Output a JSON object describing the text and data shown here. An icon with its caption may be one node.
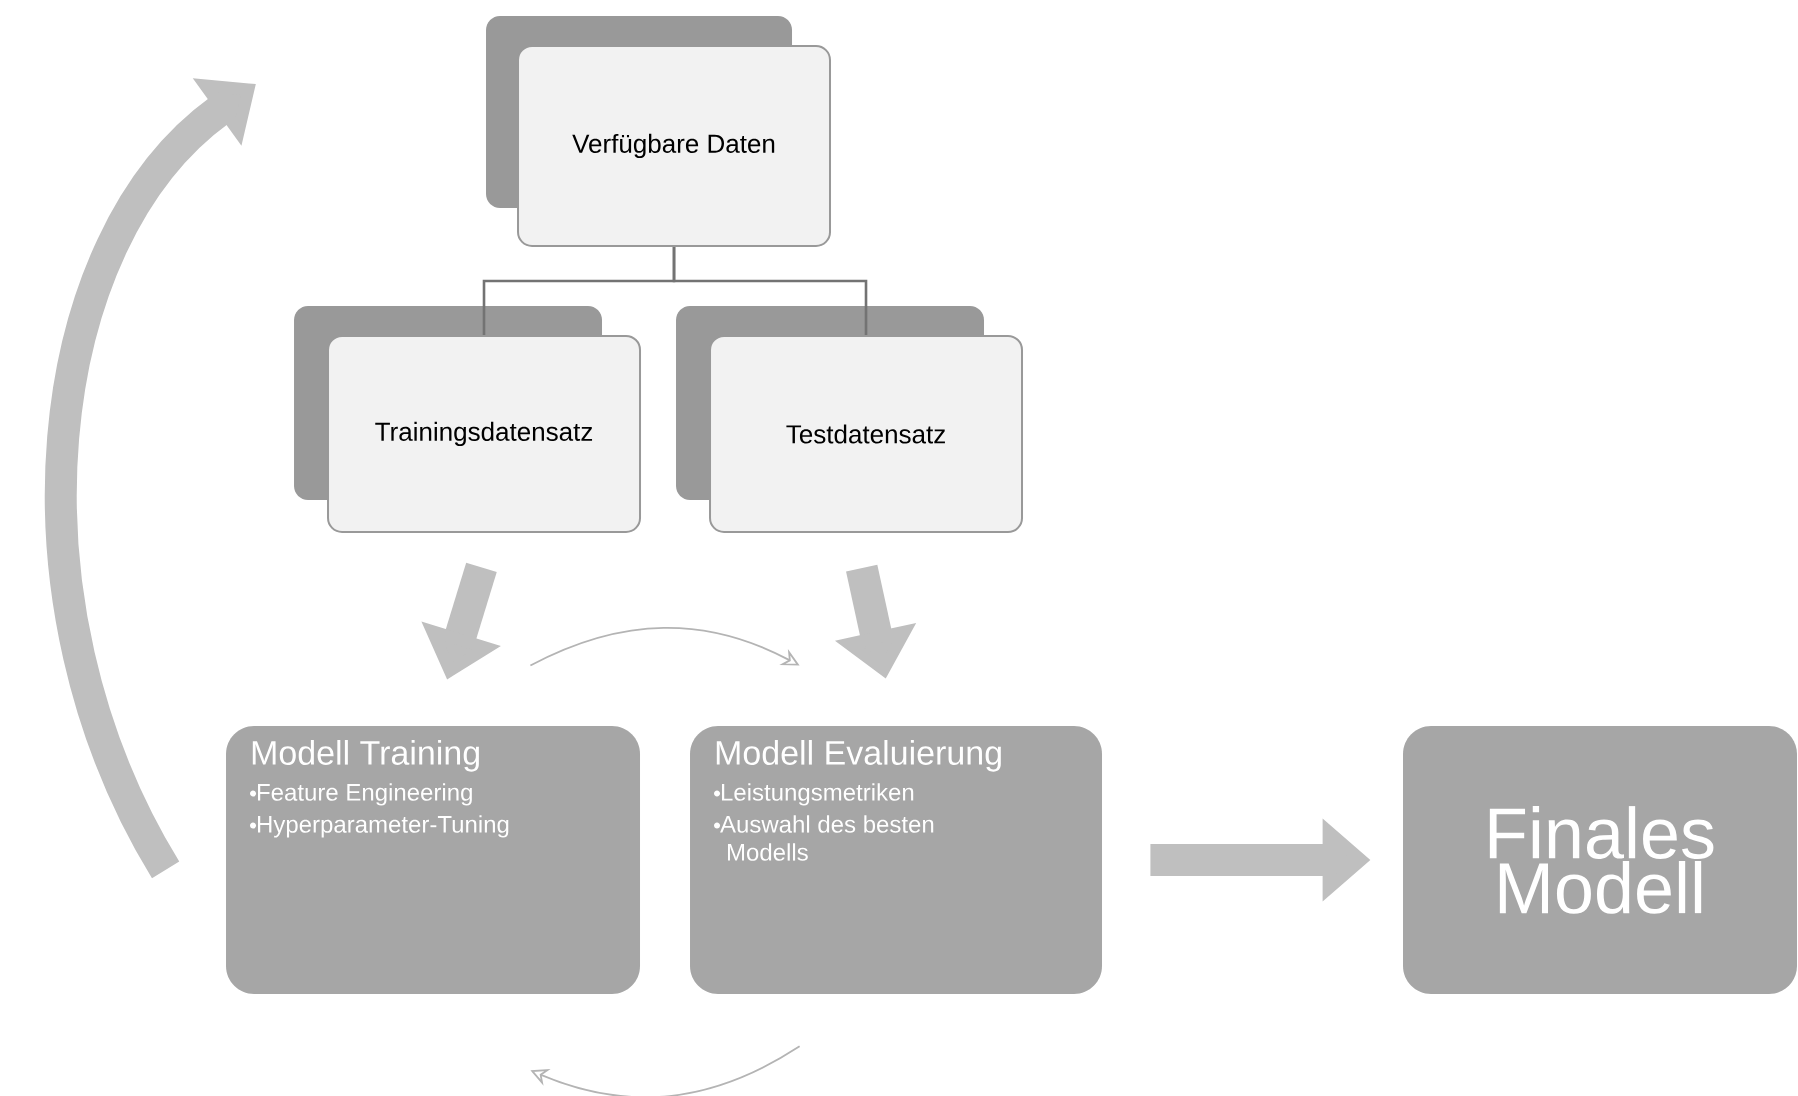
{
  "diagram": {
    "nodes": [
      {
        "text": [
          "Verfügbare Daten"
        ]
      },
      {
        "text": [
          "Trainingsdatensatz"
        ]
      },
      {
        "text": [
          "Testdatensatz"
        ]
      },
      {
        "text": [
          "Modell Training",
          "Feature Engineering",
          "Hyperparameter-Tuning"
        ]
      },
      {
        "text": [
          "Modell Evaluierung",
          "Leistungsmetriken",
          "Auswahl des besten Modells"
        ]
      },
      {
        "text": [
          "Finales Modell"
        ]
      }
    ],
    "edges": [
      {
        "from": 0,
        "to": 1,
        "arrow": "none"
      },
      {
        "from": 0,
        "to": 2,
        "arrow": "none"
      },
      {
        "from": 1,
        "to": 3,
        "arrow": "to",
        "style": "thick"
      },
      {
        "from": 2,
        "to": 4,
        "arrow": "to",
        "style": "thick"
      },
      {
        "from": 3,
        "to": 4,
        "arrow": "to",
        "color": "#b4b4b4"
      },
      {
        "from": 4,
        "to": 3,
        "arrow": "to",
        "color": "#b4b4b4"
      },
      {
        "from": 4,
        "to": 5,
        "arrow": "to",
        "style": "thick"
      },
      {
        "from": 3,
        "to": null,
        "arrow": "to",
        "style": "thick"
      }
    ]
  }
}
